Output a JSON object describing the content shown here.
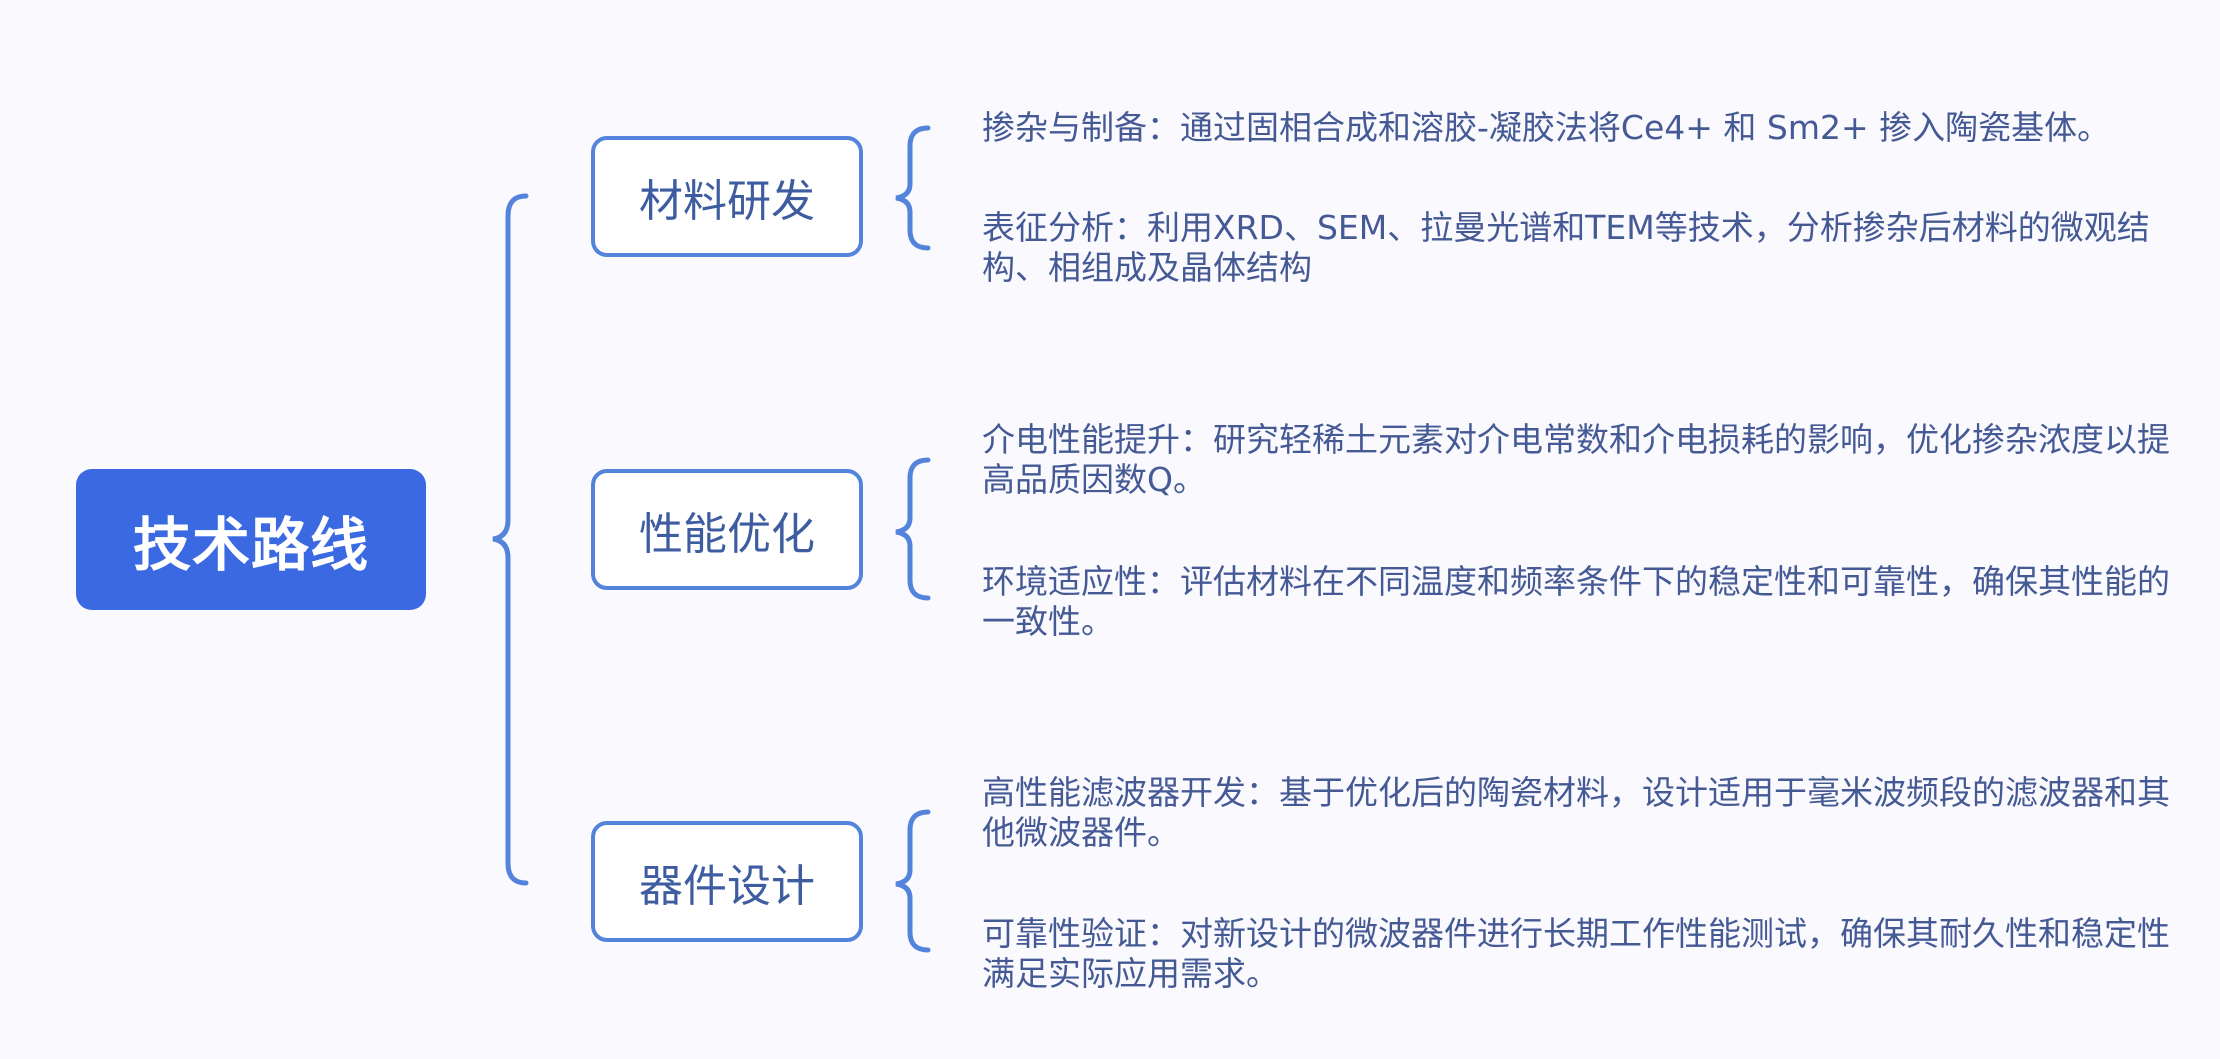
{
  "root": {
    "label": "技术路线"
  },
  "branches": [
    {
      "label": "材料研发",
      "items": [
        "掺杂与制备：通过固相合成和溶胶-凝胶法将Ce4+ 和 Sm2+ 掺入陶瓷基体。",
        "表征分析：利用XRD、SEM、拉曼光谱和TEM等技术，分析掺杂后材料的微观结构、相组成及晶体结构"
      ]
    },
    {
      "label": "性能优化",
      "items": [
        "介电性能提升：研究轻稀土元素对介电常数和介电损耗的影响，优化掺杂浓度以提高品质因数Q。",
        "环境适应性：评估材料在不同温度和频率条件下的稳定性和可靠性，确保其性能的一致性。"
      ]
    },
    {
      "label": "器件设计",
      "items": [
        "高性能滤波器开发：基于优化后的陶瓷材料，设计适用于毫米波频段的滤波器和其他微波器件。",
        "可靠性验证：对新设计的微波器件进行长期工作性能测试，确保其耐久性和稳定性满足实际应用需求。"
      ]
    }
  ],
  "colors": {
    "background": "#f9f9fe",
    "root_fill": "#3b69e1",
    "branch_border": "#5483dc",
    "branch_text": "#3e5da0",
    "leaf_text": "#455a95",
    "brace": "#5483dc"
  }
}
